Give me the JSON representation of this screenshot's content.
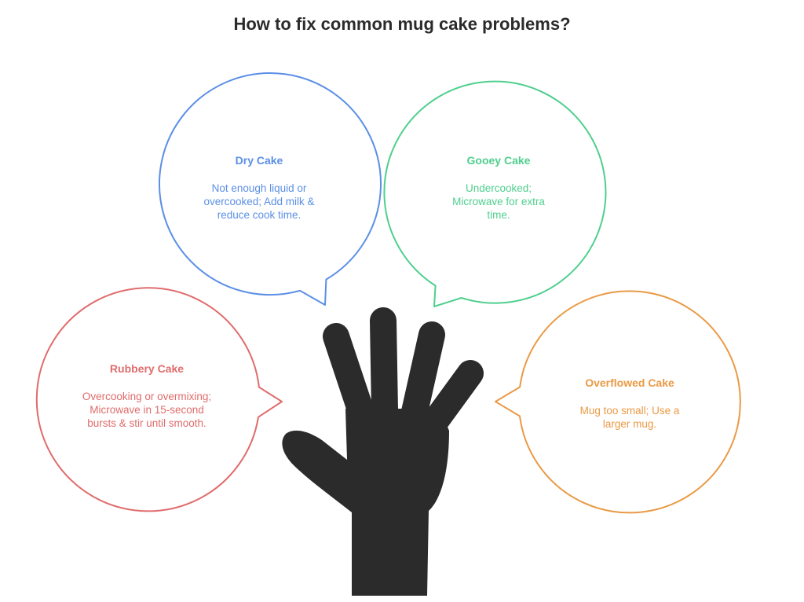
{
  "title": "How to fix common mug cake problems?",
  "colors": {
    "dry": "#5b8fe6",
    "gooey": "#4fcf8e",
    "rubbery": "#e06c6c",
    "overflowed": "#ea9a45",
    "hand": "#2b2b2b"
  },
  "icons": {
    "hand": "hand-icon"
  },
  "bubbles": {
    "dry": {
      "title": "Dry Cake",
      "body": "Not enough liquid or overcooked; Add milk & reduce cook time."
    },
    "gooey": {
      "title": "Gooey Cake",
      "body": "Undercooked; Microwave for extra time."
    },
    "rubbery": {
      "title": "Rubbery Cake",
      "body": "Overcooking or overmixing; Microwave in 15-second bursts & stir until smooth."
    },
    "overflowed": {
      "title": "Overflowed Cake",
      "body": "Mug too small; Use a larger mug."
    }
  }
}
